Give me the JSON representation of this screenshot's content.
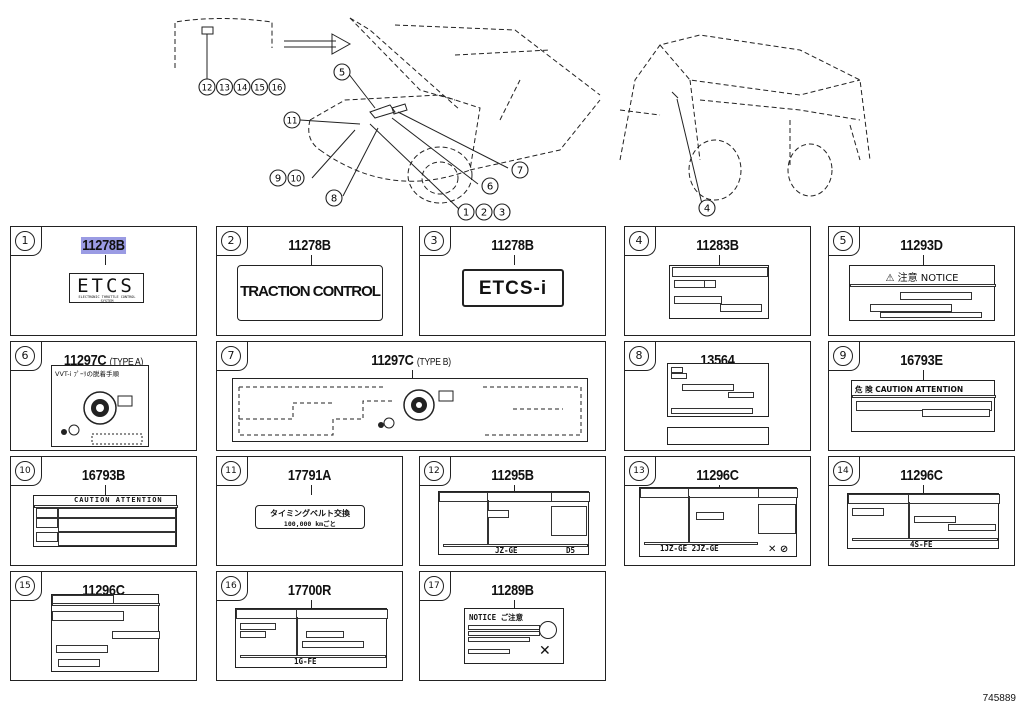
{
  "figure_id": "745889",
  "overview": {
    "top_strip_callouts": [
      "12",
      "13",
      "14",
      "15",
      "16"
    ],
    "callouts": [
      {
        "n": "5"
      },
      {
        "n": "11"
      },
      {
        "n": "7"
      },
      {
        "n": "6"
      },
      {
        "n": "9"
      },
      {
        "n": "10"
      },
      {
        "n": "8"
      },
      {
        "n": "1"
      },
      {
        "n": "2"
      },
      {
        "n": "3"
      },
      {
        "n": "4"
      }
    ]
  },
  "panels": [
    {
      "n": "1",
      "part": "11278B",
      "type": "",
      "label_text": "ETCS",
      "label_sub": "ELECTRONIC THROTTLE CONTROL SYSTEM"
    },
    {
      "n": "2",
      "part": "11278B",
      "type": "",
      "label_text": "TRACTION CONTROL"
    },
    {
      "n": "3",
      "part": "11278B",
      "type": "",
      "label_text": "ETCS-i"
    },
    {
      "n": "4",
      "part": "11283B",
      "type": ""
    },
    {
      "n": "5",
      "part": "11293D",
      "type": "",
      "label_text": "⚠ 注意  NOTICE"
    },
    {
      "n": "6",
      "part": "11297C",
      "type": "(TYPE A)",
      "label_text": "VVT-i ﾌﾟｰﾘの脱着手順"
    },
    {
      "n": "7",
      "part": "11297C",
      "type": "(TYPE B)"
    },
    {
      "n": "8",
      "part": "13564",
      "type": ""
    },
    {
      "n": "9",
      "part": "16793E",
      "type": "",
      "label_text": "危 険  CAUTION  ATTENTION"
    },
    {
      "n": "10",
      "part": "16793B",
      "type": "",
      "label_text": "CAUTION  ATTENTION"
    },
    {
      "n": "11",
      "part": "17791A",
      "type": "",
      "label_text": "タイミングベルト交換",
      "label_sub": "100,000 kmごと"
    },
    {
      "n": "12",
      "part": "11295B",
      "type": "",
      "label_text": "JZ-GE",
      "label_sub": "D5"
    },
    {
      "n": "13",
      "part": "11296C",
      "type": "",
      "label_text": "1JZ-GE  2JZ-GE"
    },
    {
      "n": "14",
      "part": "11296C",
      "type": "",
      "label_text": "4S-FE"
    },
    {
      "n": "15",
      "part": "11296C",
      "type": ""
    },
    {
      "n": "16",
      "part": "17700R",
      "type": "",
      "label_text": "1G-FE"
    },
    {
      "n": "17",
      "part": "11289B",
      "type": "",
      "label_text": "NOTICE  ご注意"
    }
  ]
}
